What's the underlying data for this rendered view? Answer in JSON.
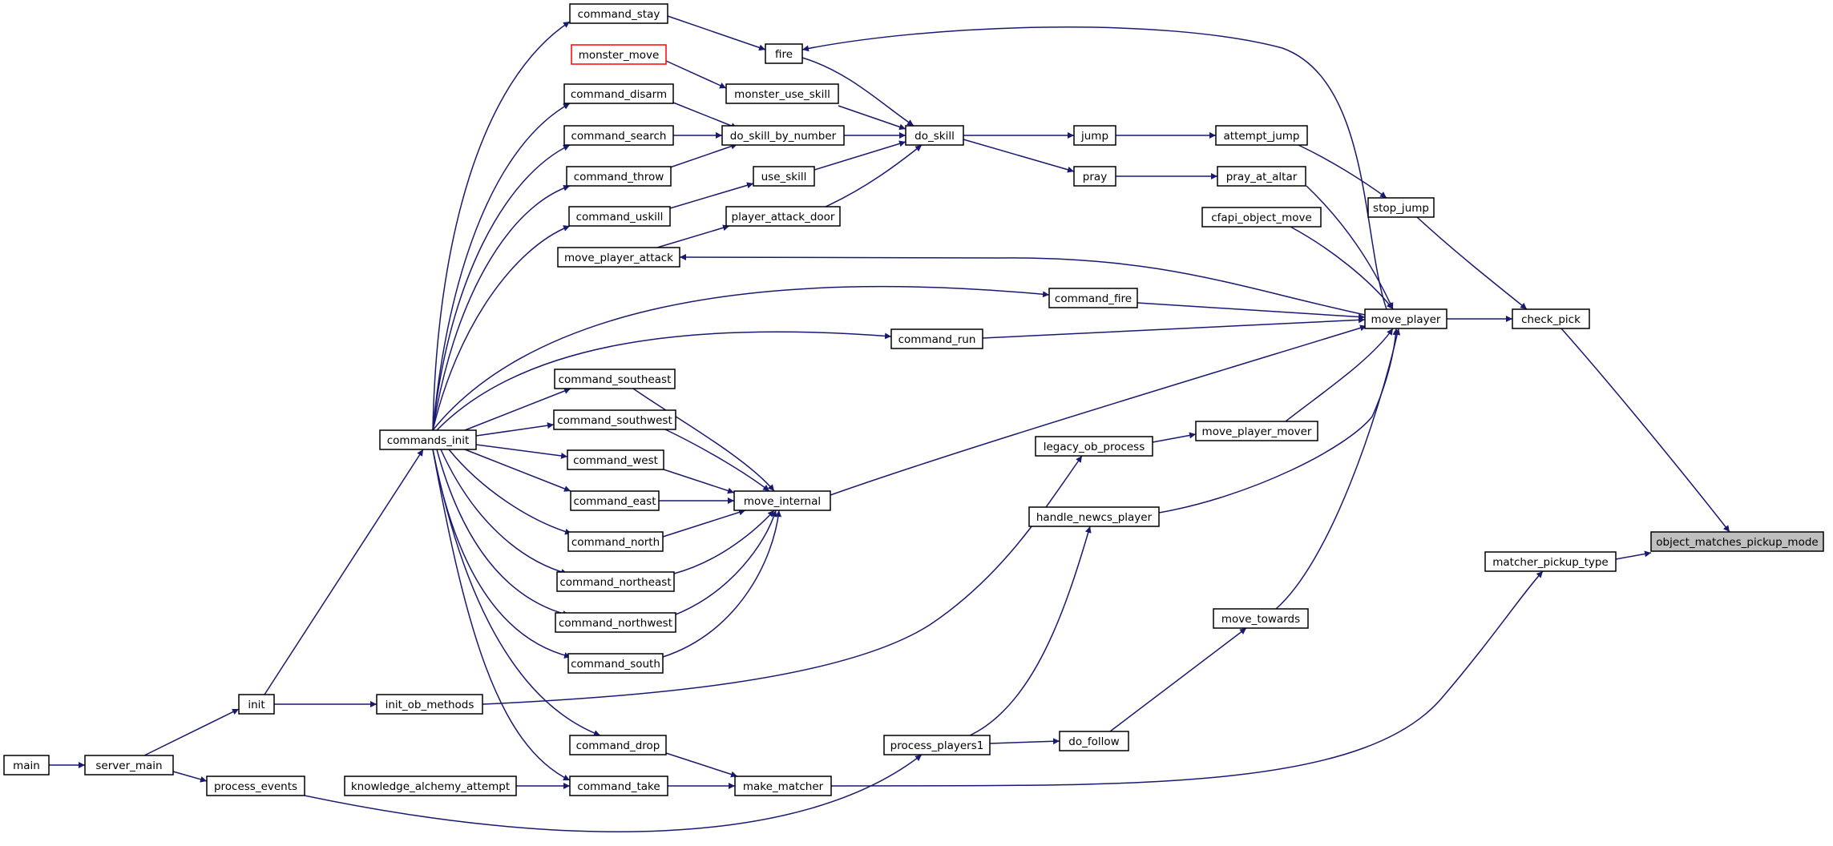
{
  "graph": {
    "root": "object_matches_pickup_mode",
    "colors": {
      "edge": "#191970",
      "root_fill": "#bfbfbf",
      "highlight_border": "#ff0000"
    },
    "nodes": [
      {
        "id": "object_matches_pickup_mode",
        "label": "object_matches_pickup_mode",
        "style": "root"
      },
      {
        "id": "check_pick",
        "label": "check_pick"
      },
      {
        "id": "matcher_pickup_type",
        "label": "matcher_pickup_type"
      },
      {
        "id": "move_player",
        "label": "move_player"
      },
      {
        "id": "stop_jump",
        "label": "stop_jump"
      },
      {
        "id": "attempt_jump",
        "label": "attempt_jump"
      },
      {
        "id": "pray_at_altar",
        "label": "pray_at_altar"
      },
      {
        "id": "cfapi_object_move",
        "label": "cfapi_object_move"
      },
      {
        "id": "jump",
        "label": "jump"
      },
      {
        "id": "pray",
        "label": "pray"
      },
      {
        "id": "do_skill",
        "label": "do_skill"
      },
      {
        "id": "fire",
        "label": "fire"
      },
      {
        "id": "command_stay",
        "label": "command_stay"
      },
      {
        "id": "monster_move",
        "label": "monster_move",
        "style": "red"
      },
      {
        "id": "monster_use_skill",
        "label": "monster_use_skill"
      },
      {
        "id": "command_disarm",
        "label": "command_disarm"
      },
      {
        "id": "do_skill_by_number",
        "label": "do_skill_by_number"
      },
      {
        "id": "command_search",
        "label": "command_search"
      },
      {
        "id": "command_throw",
        "label": "command_throw"
      },
      {
        "id": "use_skill",
        "label": "use_skill"
      },
      {
        "id": "command_uskill",
        "label": "command_uskill"
      },
      {
        "id": "player_attack_door",
        "label": "player_attack_door"
      },
      {
        "id": "move_player_attack",
        "label": "move_player_attack"
      },
      {
        "id": "command_fire",
        "label": "command_fire"
      },
      {
        "id": "command_run",
        "label": "command_run"
      },
      {
        "id": "commands_init",
        "label": "commands_init"
      },
      {
        "id": "command_southeast",
        "label": "command_southeast"
      },
      {
        "id": "command_southwest",
        "label": "command_southwest"
      },
      {
        "id": "command_west",
        "label": "command_west"
      },
      {
        "id": "command_east",
        "label": "command_east"
      },
      {
        "id": "command_north",
        "label": "command_north"
      },
      {
        "id": "command_northeast",
        "label": "command_northeast"
      },
      {
        "id": "command_northwest",
        "label": "command_northwest"
      },
      {
        "id": "command_south",
        "label": "command_south"
      },
      {
        "id": "move_internal",
        "label": "move_internal"
      },
      {
        "id": "legacy_ob_process",
        "label": "legacy_ob_process"
      },
      {
        "id": "move_player_mover",
        "label": "move_player_mover"
      },
      {
        "id": "handle_newcs_player",
        "label": "handle_newcs_player"
      },
      {
        "id": "move_towards",
        "label": "move_towards"
      },
      {
        "id": "init",
        "label": "init"
      },
      {
        "id": "init_ob_methods",
        "label": "init_ob_methods"
      },
      {
        "id": "main",
        "label": "main"
      },
      {
        "id": "server_main",
        "label": "server_main"
      },
      {
        "id": "process_events",
        "label": "process_events"
      },
      {
        "id": "knowledge_alchemy_attempt",
        "label": "knowledge_alchemy_attempt"
      },
      {
        "id": "command_drop",
        "label": "command_drop"
      },
      {
        "id": "command_take",
        "label": "command_take"
      },
      {
        "id": "make_matcher",
        "label": "make_matcher"
      },
      {
        "id": "process_players1",
        "label": "process_players1"
      },
      {
        "id": "do_follow",
        "label": "do_follow"
      }
    ],
    "edges": [
      {
        "from": "check_pick",
        "to": "object_matches_pickup_mode"
      },
      {
        "from": "matcher_pickup_type",
        "to": "object_matches_pickup_mode"
      },
      {
        "from": "move_player",
        "to": "check_pick"
      },
      {
        "from": "stop_jump",
        "to": "check_pick"
      },
      {
        "from": "attempt_jump",
        "to": "stop_jump"
      },
      {
        "from": "jump",
        "to": "attempt_jump"
      },
      {
        "from": "do_skill",
        "to": "jump"
      },
      {
        "from": "do_skill",
        "to": "pray"
      },
      {
        "from": "pray",
        "to": "pray_at_altar"
      },
      {
        "from": "pray_at_altar",
        "to": "move_player"
      },
      {
        "from": "cfapi_object_move",
        "to": "move_player"
      },
      {
        "from": "move_player",
        "to": "fire"
      },
      {
        "from": "move_player",
        "to": "move_player_attack"
      },
      {
        "from": "command_fire",
        "to": "move_player"
      },
      {
        "from": "command_run",
        "to": "move_player"
      },
      {
        "from": "move_internal",
        "to": "move_player"
      },
      {
        "from": "move_player_mover",
        "to": "move_player"
      },
      {
        "from": "handle_newcs_player",
        "to": "move_player"
      },
      {
        "from": "move_towards",
        "to": "move_player"
      },
      {
        "from": "fire",
        "to": "do_skill"
      },
      {
        "from": "command_stay",
        "to": "fire"
      },
      {
        "from": "monster_move",
        "to": "monster_use_skill"
      },
      {
        "from": "monster_use_skill",
        "to": "do_skill"
      },
      {
        "from": "do_skill_by_number",
        "to": "do_skill"
      },
      {
        "from": "use_skill",
        "to": "do_skill"
      },
      {
        "from": "player_attack_door",
        "to": "do_skill"
      },
      {
        "from": "command_disarm",
        "to": "do_skill_by_number"
      },
      {
        "from": "command_search",
        "to": "do_skill_by_number"
      },
      {
        "from": "command_throw",
        "to": "do_skill_by_number"
      },
      {
        "from": "command_uskill",
        "to": "use_skill"
      },
      {
        "from": "move_player_attack",
        "to": "player_attack_door"
      },
      {
        "from": "commands_init",
        "to": "command_stay"
      },
      {
        "from": "commands_init",
        "to": "command_disarm"
      },
      {
        "from": "commands_init",
        "to": "command_search"
      },
      {
        "from": "commands_init",
        "to": "command_throw"
      },
      {
        "from": "commands_init",
        "to": "command_uskill"
      },
      {
        "from": "commands_init",
        "to": "command_fire"
      },
      {
        "from": "commands_init",
        "to": "command_run"
      },
      {
        "from": "commands_init",
        "to": "command_southeast"
      },
      {
        "from": "commands_init",
        "to": "command_southwest"
      },
      {
        "from": "commands_init",
        "to": "command_west"
      },
      {
        "from": "commands_init",
        "to": "command_east"
      },
      {
        "from": "commands_init",
        "to": "command_north"
      },
      {
        "from": "commands_init",
        "to": "command_northeast"
      },
      {
        "from": "commands_init",
        "to": "command_northwest"
      },
      {
        "from": "commands_init",
        "to": "command_south"
      },
      {
        "from": "commands_init",
        "to": "command_drop"
      },
      {
        "from": "commands_init",
        "to": "command_take"
      },
      {
        "from": "command_southeast",
        "to": "move_internal"
      },
      {
        "from": "command_southwest",
        "to": "move_internal"
      },
      {
        "from": "command_west",
        "to": "move_internal"
      },
      {
        "from": "command_east",
        "to": "move_internal"
      },
      {
        "from": "command_north",
        "to": "move_internal"
      },
      {
        "from": "command_northeast",
        "to": "move_internal"
      },
      {
        "from": "command_northwest",
        "to": "move_internal"
      },
      {
        "from": "command_south",
        "to": "move_internal"
      },
      {
        "from": "legacy_ob_process",
        "to": "move_player_mover"
      },
      {
        "from": "init_ob_methods",
        "to": "legacy_ob_process"
      },
      {
        "from": "process_players1",
        "to": "handle_newcs_player"
      },
      {
        "from": "process_players1",
        "to": "do_follow"
      },
      {
        "from": "do_follow",
        "to": "move_towards"
      },
      {
        "from": "init",
        "to": "commands_init"
      },
      {
        "from": "init",
        "to": "init_ob_methods"
      },
      {
        "from": "server_main",
        "to": "init"
      },
      {
        "from": "server_main",
        "to": "process_events"
      },
      {
        "from": "main",
        "to": "server_main"
      },
      {
        "from": "process_events",
        "to": "process_players1"
      },
      {
        "from": "knowledge_alchemy_attempt",
        "to": "command_take"
      },
      {
        "from": "command_drop",
        "to": "make_matcher"
      },
      {
        "from": "command_take",
        "to": "make_matcher"
      },
      {
        "from": "make_matcher",
        "to": "matcher_pickup_type"
      }
    ]
  }
}
